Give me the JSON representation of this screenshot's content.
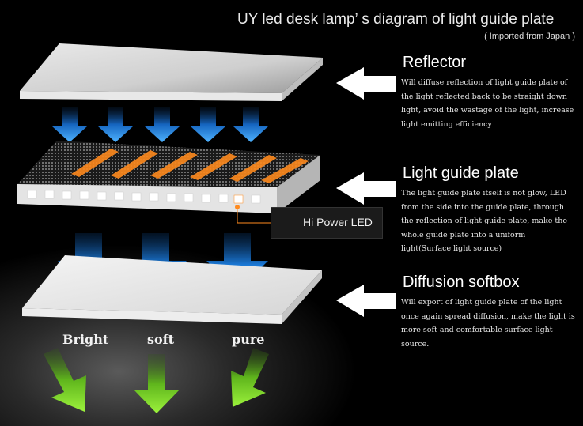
{
  "title": "UY led desk lamp’ s diagram of light guide plate",
  "subtitle": "( Imported from Japan )",
  "sections": [
    {
      "heading": "Reflector",
      "description": "Will diffuse reflection of light guide plate of the light reflected back to be straight down light, avoid the wastage of the light, increase light emitting efficiency"
    },
    {
      "heading": "Light guide plate",
      "description": "The light guide plate itself is not glow, LED from the side into the guide plate, through the reflection of light guide plate, make the whole guide plate into a uniform light(Surface light source)"
    },
    {
      "heading": "Diffusion softbox",
      "description": "Will export of light guide plate of the light once again spread diffusion, make the light is more soft and comfortable surface light source."
    }
  ],
  "led_label": "Hi Power LED",
  "outputs": [
    "Bright",
    "soft",
    "pure"
  ],
  "colors": {
    "blue_arrow": "#1f8ff0",
    "green_arrow": "#7edc2a",
    "pointer_arrow": "#ffffff",
    "led_orange": "#ff8a1e"
  }
}
